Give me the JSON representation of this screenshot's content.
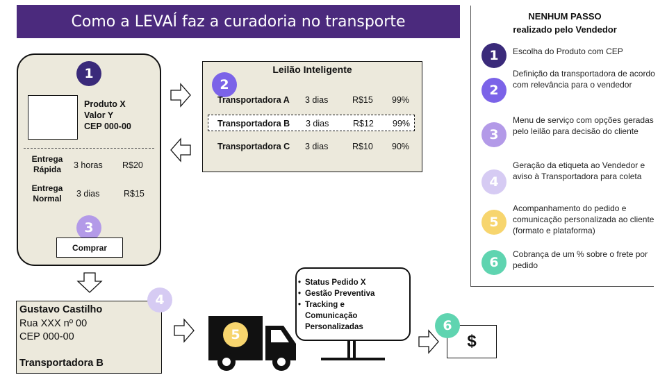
{
  "header": {
    "title": "Como a LEVAÍ faz a curadoria no transporte"
  },
  "checkout": {
    "product": {
      "name": "Produto X",
      "value": "Valor Y",
      "cep": "CEP 000-00"
    },
    "options": [
      {
        "label_line1": "Entrega",
        "label_line2": "Rápida",
        "time": "3 horas",
        "price": "R$20"
      },
      {
        "label_line1": "Entrega",
        "label_line2": "Normal",
        "time": "3 dias",
        "price": "R$15"
      }
    ],
    "buy_label": "Comprar"
  },
  "auction": {
    "title": "Leilão Inteligente",
    "rows": [
      {
        "carrier": "Transportadora A",
        "days": "3 dias",
        "price": "R$15",
        "pct": "99%"
      },
      {
        "carrier": "Transportadora B",
        "days": "3 dias",
        "price": "R$12",
        "pct": "99%"
      },
      {
        "carrier": "Transportadora C",
        "days": "3 dias",
        "price": "R$10",
        "pct": "90%"
      }
    ]
  },
  "legend": {
    "title_line1": "NENHUM PASSO",
    "title_line2": "realizado pelo Vendedor",
    "steps": [
      {
        "num": "1",
        "text": "Escolha do Produto com CEP"
      },
      {
        "num": "2",
        "text": "Definição da transportadora de acordo com relevância para o vendedor"
      },
      {
        "num": "3",
        "text": "Menu de serviço com opções geradas pelo leilão para decisão do cliente"
      },
      {
        "num": "4",
        "text": "Geração da etiqueta ao Vendedor e aviso à Transportadora para coleta"
      },
      {
        "num": "5",
        "text": "Acompanhamento do pedido e comunicação personalizada ao cliente (formato e plataforma)"
      },
      {
        "num": "6",
        "text": "Cobrança de um % sobre o frete por pedido"
      }
    ]
  },
  "label": {
    "name": "Gustavo Castilho",
    "street": "Rua XXX nº 00",
    "cep": "CEP 000-00",
    "carrier": "Transportadora B"
  },
  "tracking": {
    "items": [
      "Status Pedido X",
      "Gestão Preventiva",
      "Tracking e",
      "Comunicação",
      "Personalizadas"
    ]
  },
  "billing": {
    "symbol": "$"
  },
  "colors": {
    "banner": "#4b2a7d",
    "card": "#ece9dc",
    "step1": "#3a2a7a",
    "step2": "#7b63e8",
    "step3": "#b39ae8",
    "step4": "#d6cbf3",
    "step5": "#f7d56e",
    "step6": "#5fd4b0"
  }
}
